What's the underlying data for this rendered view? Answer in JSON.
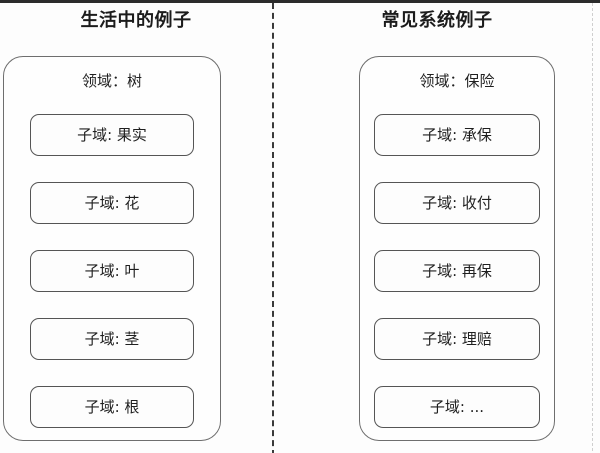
{
  "diagram": {
    "columns": [
      {
        "title": "生活中的例子",
        "domain_label": "领域：树",
        "subdomains": [
          {
            "label": "子域: 果实"
          },
          {
            "label": "子域: 花"
          },
          {
            "label": "子域: 叶"
          },
          {
            "label": "子域: 茎"
          },
          {
            "label": "子域: 根"
          }
        ]
      },
      {
        "title": "常见系统例子",
        "domain_label": "领域：保险",
        "subdomains": [
          {
            "label": "子域: 承保"
          },
          {
            "label": "子域: 收付"
          },
          {
            "label": "子域: 再保"
          },
          {
            "label": "子域: 理赔"
          },
          {
            "label": "子域: ..."
          }
        ]
      }
    ],
    "colors": {
      "background": "#fdfdfd",
      "card_border": "#6e6e6e",
      "subdomain_border": "#555555",
      "divider": "#3a3a3a",
      "text": "#1f1f1f",
      "title_text": "#1c1c1c"
    }
  }
}
